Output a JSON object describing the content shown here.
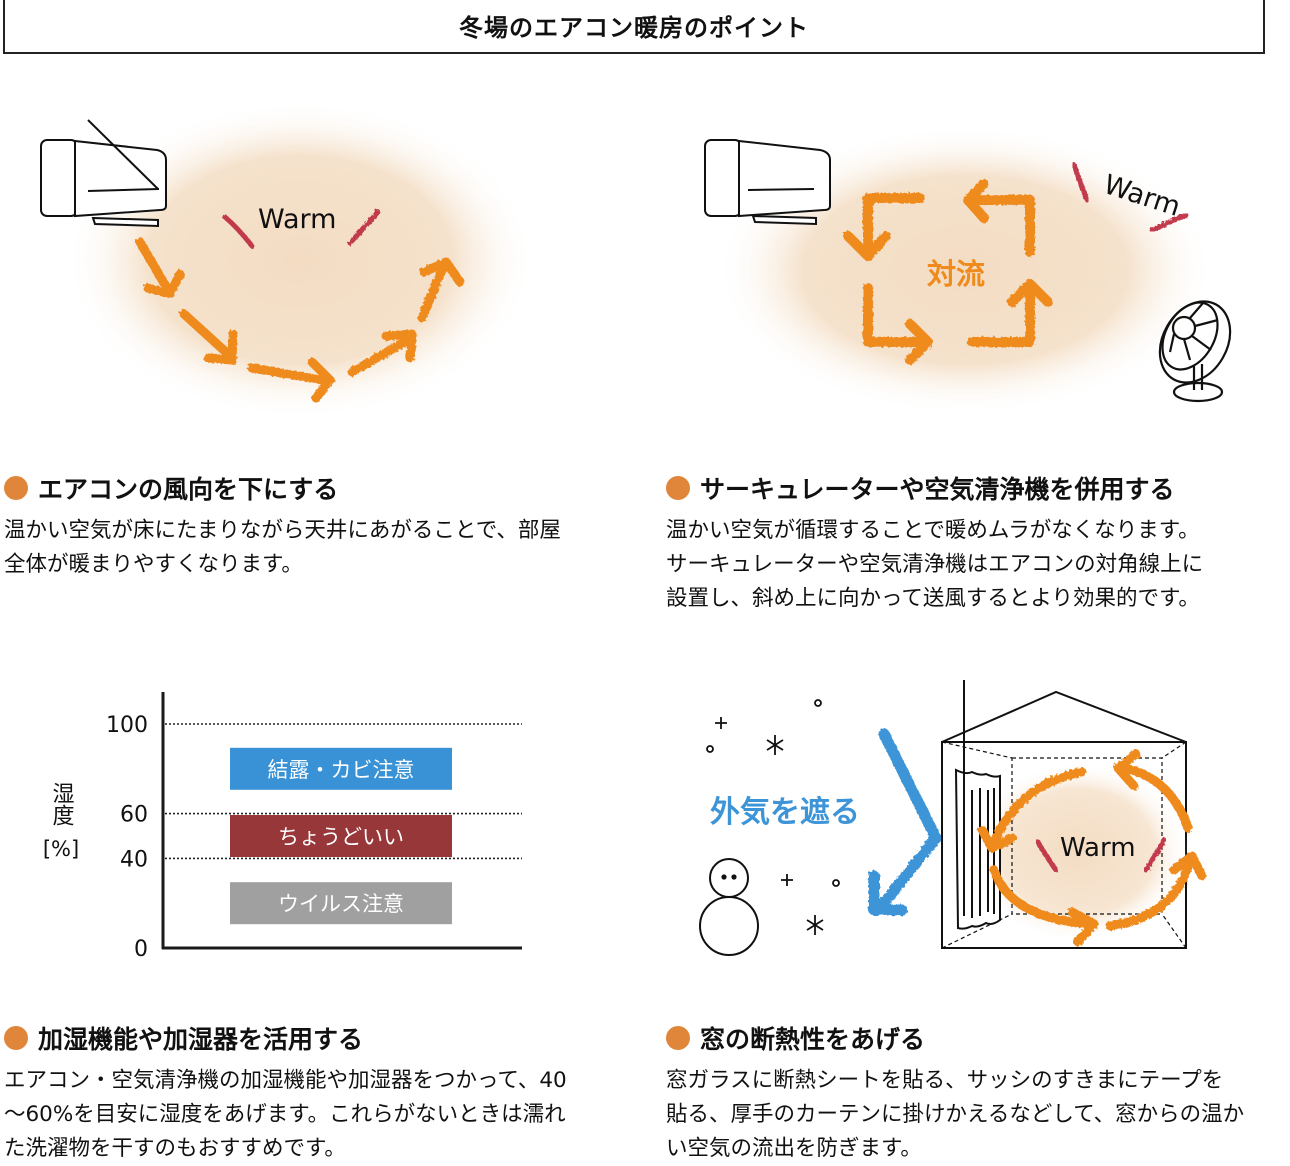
{
  "title": "冬場のエアコン暖房のポイント",
  "colors": {
    "bullet": "#e0863a",
    "arrow_orange": "#ef8a1c",
    "warm_mark": "#c23a4e",
    "glow": "#f3d9bd",
    "blue": "#3d95d8",
    "band_blue": "#3a92d6",
    "band_red": "#983739",
    "band_gray": "#a0a0a0"
  },
  "sections": [
    {
      "heading": "エアコンの風向を下にする",
      "body": "温かい空気が床にたまりながら天井にあがることで、部屋\n全体が暖まりやすくなります。",
      "illustration": {
        "warm_label": "Warm"
      }
    },
    {
      "heading": "サーキュレーターや空気清浄機を併用する",
      "body": "温かい空気が循環することで暖めムラがなくなります。\nサーキュレーターや空気清浄機はエアコンの対角線上に\n設置し、斜め上に向かって送風するとより効果的です。",
      "illustration": {
        "warm_label": "Warm",
        "center_label": "対流"
      }
    },
    {
      "heading": "加湿機能や加湿器を活用する",
      "body": "エアコン・空気清浄機の加湿機能や加湿器をつかって、40\n〜60%を目安に湿度をあげます。これらがないときは濡れ\nた洗濯物を干すのもおすすめです。"
    },
    {
      "heading": "窓の断熱性をあげる",
      "body": "窓ガラスに断熱シートを貼る、サッシのすきまにテープを\n貼る、厚手のカーテンに掛けかえるなどして、窓からの温か\nい空気の流出を防ぎます。",
      "illustration": {
        "warm_label": "Warm",
        "blue_label": "外気を遮る"
      }
    }
  ],
  "chart_data": {
    "type": "bar",
    "title": "",
    "ylabel": "湿度\n[%]",
    "ylabel_lines": [
      "湿度",
      "[%]"
    ],
    "xlabel": "",
    "ylim": [
      0,
      110
    ],
    "yticks": [
      0,
      40,
      60,
      100
    ],
    "ytick_labels": [
      "0",
      "40",
      "60",
      "100"
    ],
    "gridlines": [
      40,
      60,
      100
    ],
    "grid": "dotted at 40, 60, 100",
    "bands": [
      {
        "label": "結露・カビ注意",
        "range": [
          60,
          100
        ],
        "color": "#3a92d6"
      },
      {
        "label": "ちょうどいい",
        "range": [
          40,
          60
        ],
        "color": "#983739"
      },
      {
        "label": "ウイルス注意",
        "range": [
          0,
          40
        ],
        "color": "#a0a0a0"
      }
    ]
  }
}
